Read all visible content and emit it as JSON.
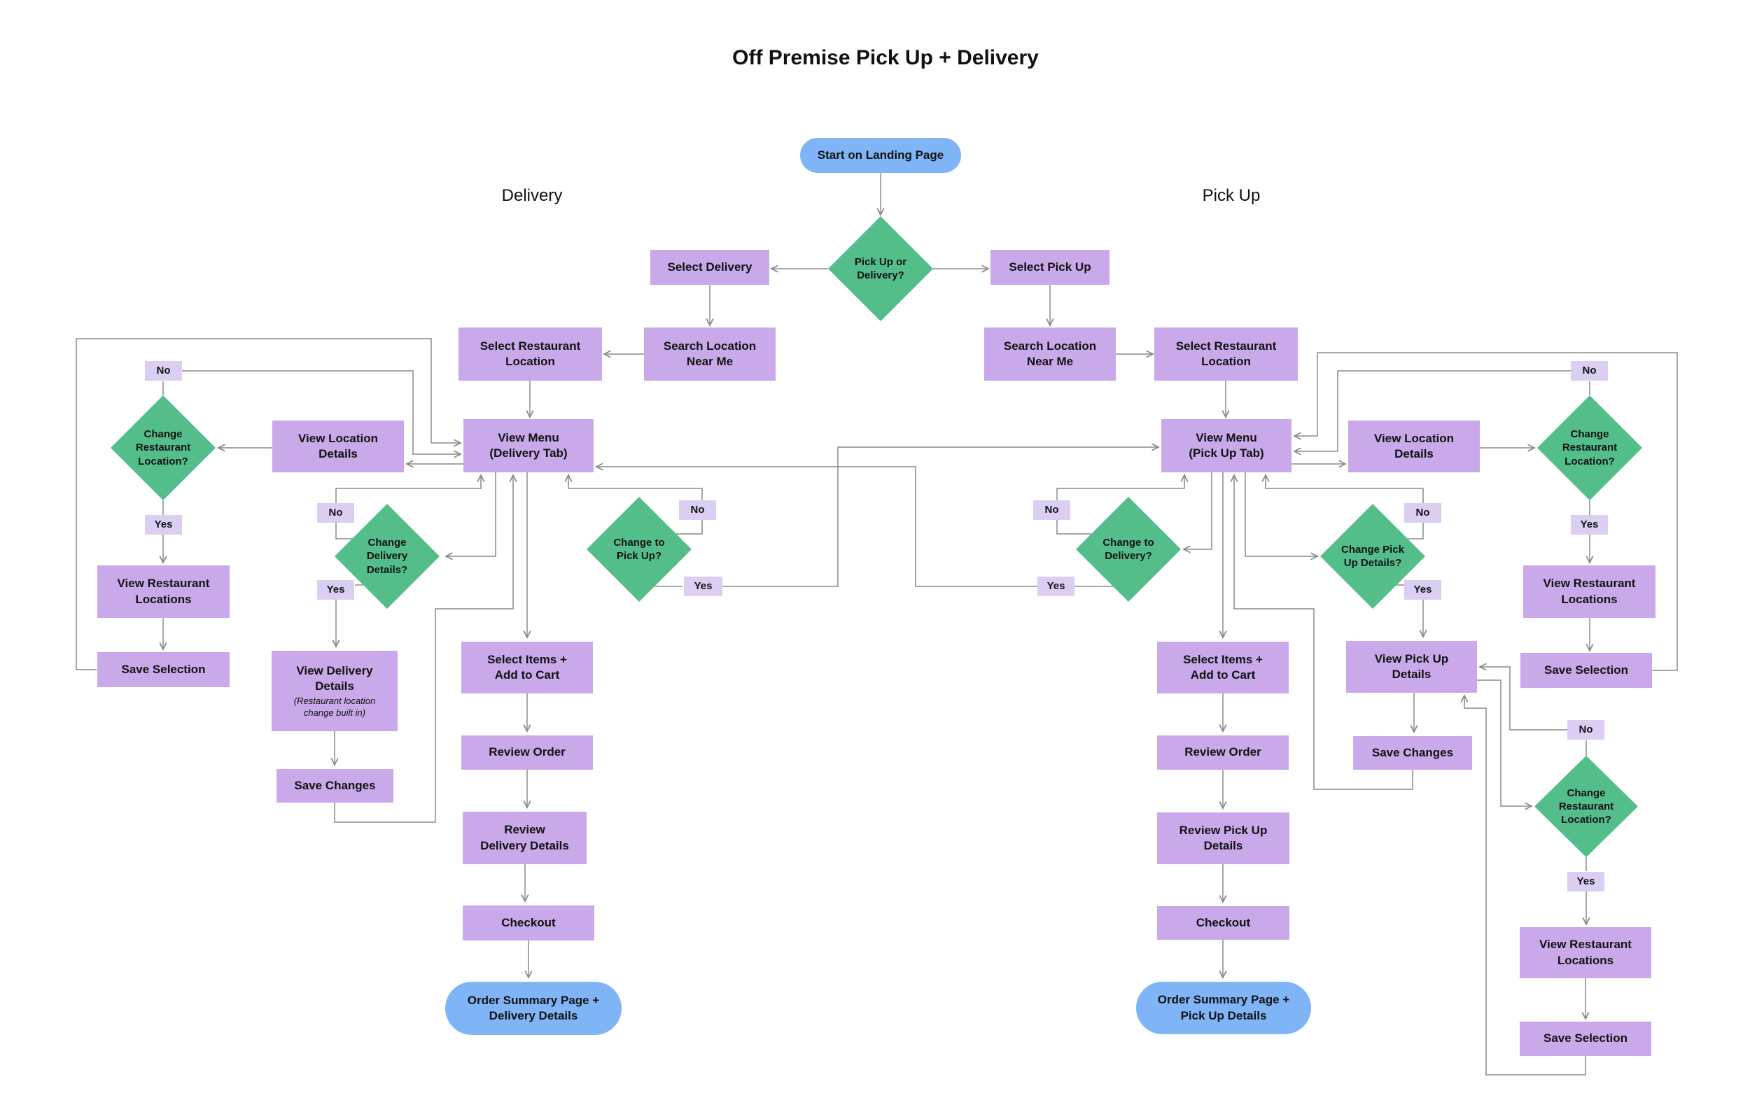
{
  "title": "Off Premise Pick Up + Delivery",
  "lanes": {
    "delivery": "Delivery",
    "pickup": "Pick Up"
  },
  "labels": {
    "yes": "Yes",
    "no": "No"
  },
  "colors": {
    "terminal_blue": "#7FB5F7",
    "decision_green": "#54BE8B",
    "process_purple": "#C9A9E9",
    "badge_purple": "#DCCDF3",
    "connector_gray": "#8A8A8A",
    "text": "#111111"
  },
  "nodes": {
    "start": {
      "label": "Start on Landing Page"
    },
    "pickup_or_delivery": {
      "label": "Pick Up or\nDelivery?"
    },
    "select_delivery": {
      "label": "Select Delivery"
    },
    "select_pick_up": {
      "label": "Select Pick Up"
    },
    "search_location_delivery": {
      "label": "Search Location\nNear Me"
    },
    "search_location_pickup": {
      "label": "Search Location\nNear Me"
    },
    "select_restaurant_delivery": {
      "label": "Select Restaurant\nLocation"
    },
    "select_restaurant_pickup": {
      "label": "Select Restaurant\nLocation"
    },
    "view_menu_delivery": {
      "label": "View Menu\n(Delivery Tab)"
    },
    "view_menu_pickup": {
      "label": "View Menu\n(Pick Up Tab)"
    },
    "view_location_details_delivery": {
      "label": "View Location\nDetails"
    },
    "view_location_details_pickup": {
      "label": "View Location\nDetails"
    },
    "change_restaurant_delivery": {
      "label": "Change\nRestaurant\nLocation?"
    },
    "change_restaurant_pickup": {
      "label": "Change\nRestaurant\nLocation?"
    },
    "change_restaurant_pickup_2": {
      "label": "Change\nRestaurant\nLocation?"
    },
    "view_restaurant_locations_delivery": {
      "label": "View Restaurant\nLocations"
    },
    "view_restaurant_locations_pickup": {
      "label": "View Restaurant\nLocations"
    },
    "view_restaurant_locations_pickup_2": {
      "label": "View Restaurant\nLocations"
    },
    "save_selection_delivery": {
      "label": "Save Selection"
    },
    "save_selection_pickup": {
      "label": "Save Selection"
    },
    "save_selection_pickup_2": {
      "label": "Save Selection"
    },
    "change_delivery_details": {
      "label": "Change\nDelivery\nDetails?"
    },
    "change_to_pick_up": {
      "label": "Change to\nPick Up?"
    },
    "change_to_delivery": {
      "label": "Change to\nDelivery?"
    },
    "change_pick_up_details": {
      "label": "Change Pick\nUp Details?"
    },
    "view_delivery_details": {
      "label": "View Delivery\nDetails",
      "note": "(Restaurant location\nchange built in)"
    },
    "view_pick_up_details": {
      "label": "View Pick Up\nDetails"
    },
    "save_changes_delivery": {
      "label": "Save Changes"
    },
    "save_changes_pickup": {
      "label": "Save Changes"
    },
    "select_items_delivery": {
      "label": "Select Items +\nAdd to Cart"
    },
    "select_items_pickup": {
      "label": "Select Items +\nAdd to Cart"
    },
    "review_order_delivery": {
      "label": "Review Order"
    },
    "review_order_pickup": {
      "label": "Review Order"
    },
    "review_delivery_details": {
      "label": "Review\nDelivery Details"
    },
    "review_pick_up_details": {
      "label": "Review Pick Up\nDetails"
    },
    "checkout_delivery": {
      "label": "Checkout"
    },
    "checkout_pickup": {
      "label": "Checkout"
    },
    "order_summary_delivery": {
      "label": "Order Summary Page +\nDelivery Details"
    },
    "order_summary_pickup": {
      "label": "Order Summary Page +\nPick Up Details"
    }
  }
}
